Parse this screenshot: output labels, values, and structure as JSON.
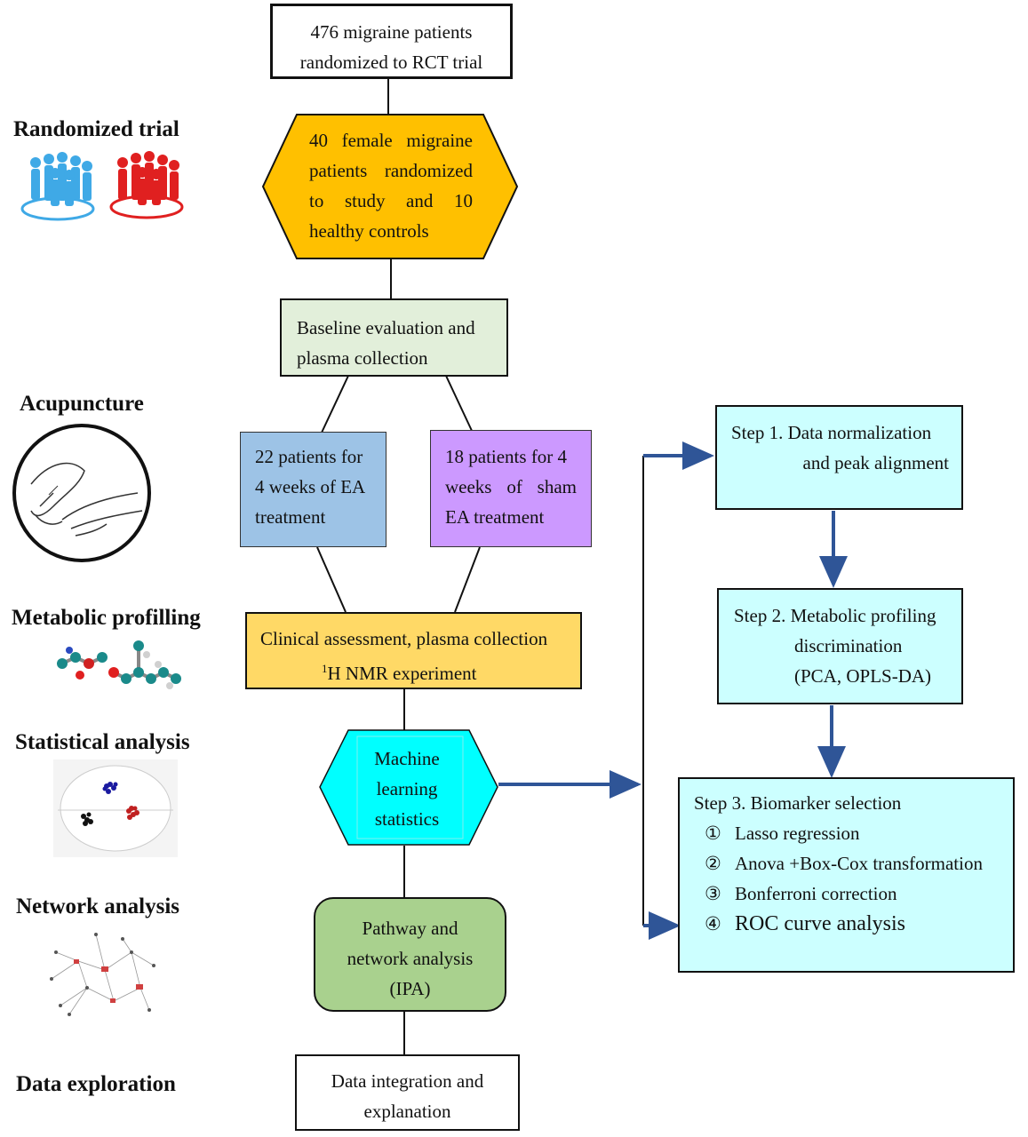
{
  "side_labels": {
    "randomized_trial": "Randomized trial",
    "acupuncture": "Acupuncture",
    "metabolic_profiling": "Metabolic profilling",
    "statistical_analysis": "Statistical analysis",
    "network_analysis": "Network analysis",
    "data_exploration": "Data exploration"
  },
  "flow": {
    "recruitment": [
      "476 migraine patients",
      "randomized to RCT trial"
    ],
    "randomization": [
      "40 female migraine",
      "patients randomized",
      "to study and 10",
      "healthy controls"
    ],
    "baseline": [
      "Baseline evaluation and",
      "plasma collection"
    ],
    "ea_group": [
      "22 patients for",
      "4 weeks of EA",
      "treatment"
    ],
    "sham_group": [
      "18 patients for 4",
      "weeks of sham",
      "EA treatment"
    ],
    "clinical": [
      "Clinical assessment, plasma collection",
      "H NMR experiment"
    ],
    "clinical_superscript": "1",
    "machine_learning": [
      "Machine",
      "learning",
      "statistics"
    ],
    "pathway": [
      "Pathway and",
      "network analysis",
      "(IPA)"
    ],
    "integration": [
      "Data integration and",
      "explanation"
    ]
  },
  "steps": {
    "step1": [
      "Step 1. Data normalization",
      "and peak alignment"
    ],
    "step2": [
      "Step 2. Metabolic profiling",
      "discrimination",
      "(PCA, OPLS-DA)"
    ],
    "step3_title": "Step 3. Biomarker selection",
    "step3_items": [
      {
        "num": "①",
        "text": "Lasso regression"
      },
      {
        "num": "②",
        "text": "Anova +Box-Cox transformation"
      },
      {
        "num": "③",
        "text": "Bonferroni correction"
      },
      {
        "num": "④",
        "text": "ROC curve analysis"
      }
    ]
  },
  "colors": {
    "hex_orange": "#ffc000",
    "baseline_green": "#e2efda",
    "ea_blue": "#9dc3e6",
    "sham_purple": "#cc99ff",
    "clinical_yellow": "#ffd966",
    "ml_cyan": "#00ffff",
    "pathway_green": "#a9d18e",
    "step_cyan": "#ccffff",
    "arrow_blue": "#2f5597"
  }
}
